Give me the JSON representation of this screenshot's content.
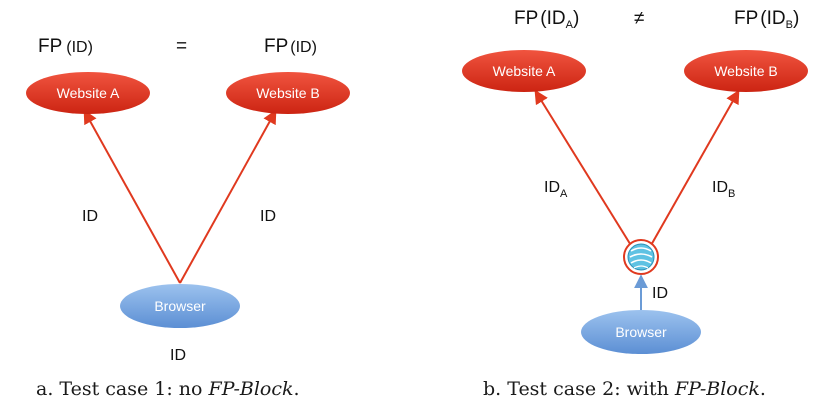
{
  "panel_a": {
    "fp_left_prefix": "FP",
    "fp_left_arg": "(ID)",
    "relation": "=",
    "fp_right_prefix": "FP",
    "fp_right_arg": "(ID)",
    "node_website_a": "Website A",
    "node_website_b": "Website B",
    "node_browser": "Browser",
    "edge_left_label": "ID",
    "edge_right_label": "ID",
    "browser_id_label": "ID",
    "caption_prefix": "a. Test case 1: no ",
    "caption_emphasis": "FP-Block",
    "caption_suffix": "."
  },
  "panel_b": {
    "fp_left_prefix": "FP",
    "fp_left_arg_open": "(ID",
    "fp_left_sub": "A",
    "fp_left_arg_close": ")",
    "relation": "≠",
    "fp_right_prefix": "FP",
    "fp_right_arg_open": "(ID",
    "fp_right_sub": "B",
    "fp_right_arg_close": ")",
    "node_website_a": "Website A",
    "node_website_b": "Website B",
    "node_browser": "Browser",
    "edge_left_label_main": "ID",
    "edge_left_label_sub": "A",
    "edge_right_label_main": "ID",
    "edge_right_label_sub": "B",
    "browser_edge_label": "ID",
    "caption_prefix": "b. Test case 2: with ",
    "caption_emphasis": "FP-Block",
    "caption_suffix": "."
  },
  "colors": {
    "website_node": "#e2301f",
    "browser_node": "#6fa3df",
    "edge_red": "#e0391f",
    "edge_blue": "#6b9bd6",
    "fp_block_icon": "#5fc2e3"
  },
  "icons": [
    "fp-block-icon"
  ]
}
